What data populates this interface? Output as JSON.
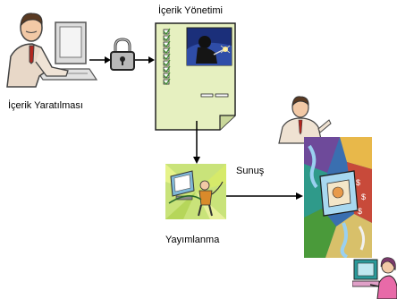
{
  "labels": {
    "content_creation": "İçerik Yaratılması",
    "content_management": "İçerik Yönetimi",
    "publishing": "Yayımlanma",
    "presentation": "Sunuş"
  },
  "icons": {
    "creator": "person-at-computer-icon",
    "lock": "padlock-icon",
    "document": "checklist-document-icon",
    "publishing": "publishing-clipart-icon",
    "presentation": "presentation-collage-icon",
    "presenter": "businessman-icon",
    "viewer": "woman-at-computer-icon"
  },
  "colors": {
    "document_fill": "#e6f0c0",
    "check_green": "#3a8a2a",
    "lock_gray": "#b8b8b8",
    "collage_blue": "#3a6fb0"
  }
}
